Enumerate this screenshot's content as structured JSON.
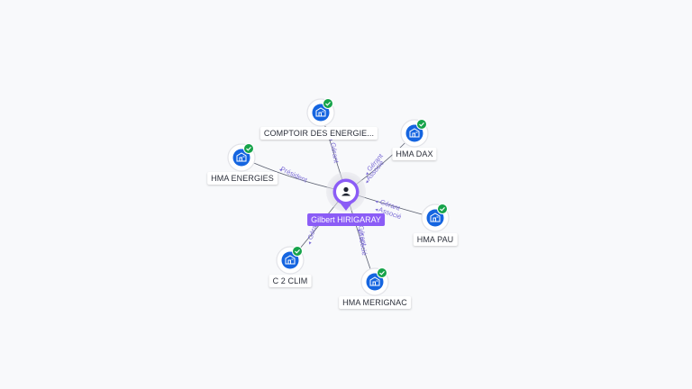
{
  "person": {
    "name": "Gilbert HIRIGARAY",
    "icon": "user-icon"
  },
  "companies": [
    {
      "name": "COMPTOIR DES ENERGIE...",
      "icon": "building-icon",
      "badge": "check-icon",
      "roles": [
        "Gérant"
      ]
    },
    {
      "name": "HMA DAX",
      "icon": "building-icon",
      "badge": "check-icon",
      "roles": [
        "Gérant",
        "Associé"
      ]
    },
    {
      "name": "HMA ENERGIES",
      "icon": "building-icon",
      "badge": "check-icon",
      "roles": [
        "Président"
      ]
    },
    {
      "name": "HMA PAU",
      "icon": "building-icon",
      "badge": "check-icon",
      "roles": [
        "Gérant",
        "Associé"
      ]
    },
    {
      "name": "C 2 CLIM",
      "icon": "building-icon",
      "badge": "check-icon",
      "roles": [
        "Gérant"
      ]
    },
    {
      "name": "HMA MERIGNAC",
      "icon": "building-icon",
      "badge": "check-icon",
      "roles": [
        "Gérant",
        "Associé"
      ]
    }
  ],
  "colors": {
    "accent": "#8b5cf6",
    "node": "#1565e0",
    "check": "#16a34a",
    "edge": "#5b6070",
    "edge_label": "#7c6cd6"
  }
}
